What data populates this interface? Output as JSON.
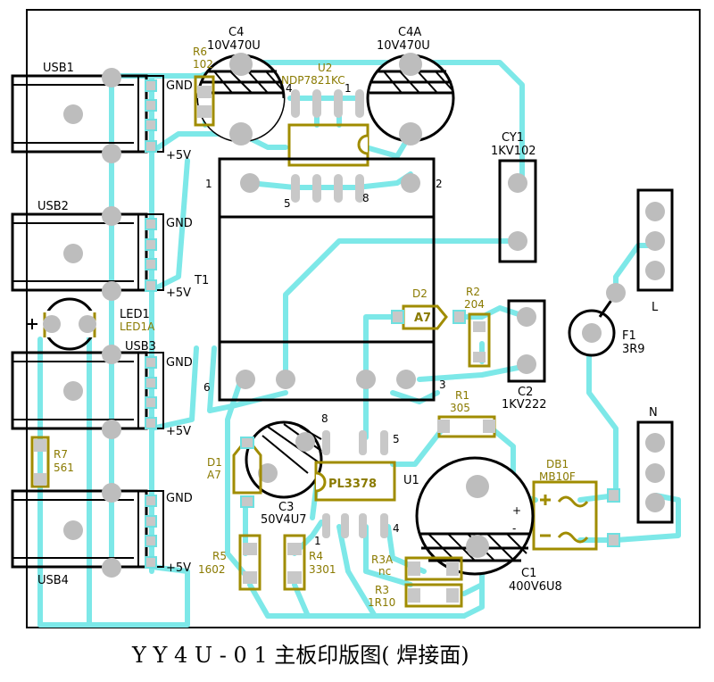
{
  "title": "Y Y 4 U - 0 1 主板印版图( 焊接面)",
  "labels": {
    "usb1": "USB1",
    "usb2": "USB2",
    "usb3": "USB3",
    "usb4": "USB4",
    "gnd": "GND",
    "v5": "+5V",
    "c4": "C4",
    "c4_val": "10V470U",
    "c4a": "C4A",
    "c4a_val": "10V470U",
    "u2": "U2",
    "u2_val": "NDP7821KC",
    "r6": "R6",
    "r6_val": "102",
    "cy1": "CY1",
    "cy1_val": "1KV102",
    "t1": "T1",
    "led1": "LED1",
    "led1a": "LED1A",
    "d2": "D2",
    "d2_body": "A7",
    "r2": "R2",
    "r2_val": "204",
    "c2": "C2",
    "c2_val": "1KV222",
    "l": "L",
    "n": "N",
    "f1": "F1",
    "f1_val": "3R9",
    "r1": "R1",
    "r1_val": "305",
    "db1": "DB1",
    "db1_val": "MB10F",
    "c1": "C1",
    "c1_val": "400V6U8",
    "c3": "C3",
    "c3_val": "50V4U7",
    "d1": "D1",
    "d1_val": "A7",
    "r7": "R7",
    "r7_val": "561",
    "u1": "U1",
    "u1_val": "PL3378",
    "r5": "R5",
    "r5_val": "1602",
    "r4": "R4",
    "r4_val": "3301",
    "r3a": "R3A",
    "r3a_val": "nc",
    "r3": "R3",
    "r3_val": "1R10",
    "pin1": "1",
    "pin2": "2",
    "pin3": "3",
    "pin4": "4",
    "pin5": "5",
    "pin6": "6",
    "pin8": "8",
    "plus": "+",
    "minus": "-"
  }
}
